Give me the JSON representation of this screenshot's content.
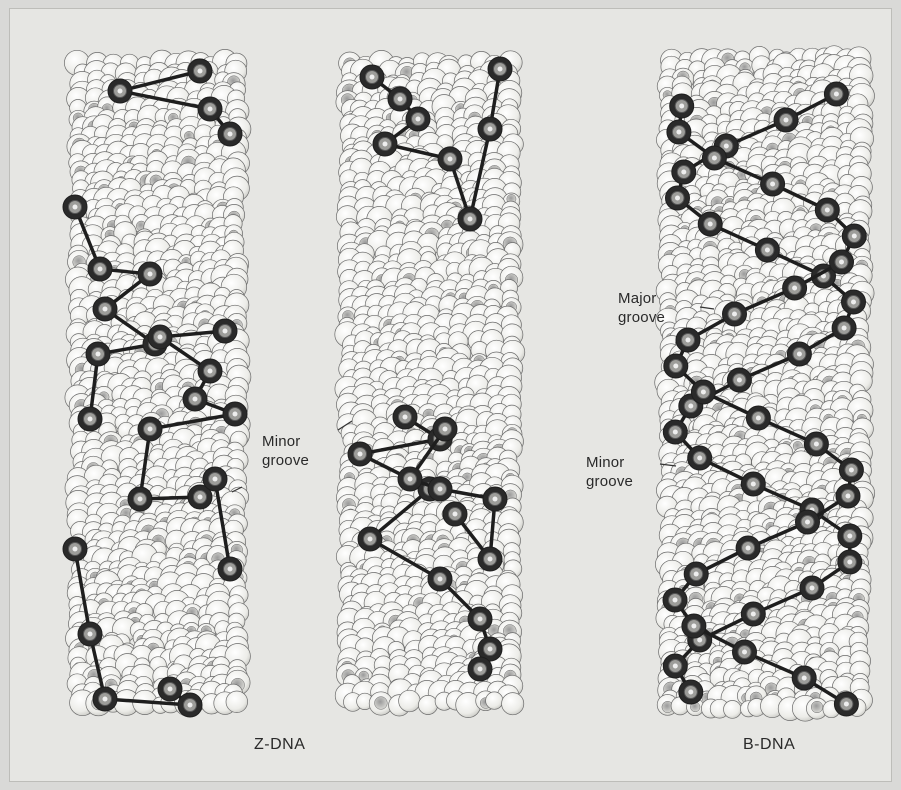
{
  "figure": {
    "left_label": "Z-DNA",
    "right_label": "B-DNA",
    "annotations": {
      "z_minor_line1": "Minor",
      "z_minor_line2": "groove",
      "b_major_line1": "Major",
      "b_major_line2": "groove",
      "b_minor_line1": "Minor",
      "b_minor_line2": "groove"
    }
  },
  "colors": {
    "background": "#e6e6e3",
    "atom_fill": "#f2f2ef",
    "atom_stroke": "#6b6b6b",
    "backbone": "#1e1e1e",
    "phosphate": "#2a2a2a"
  }
}
